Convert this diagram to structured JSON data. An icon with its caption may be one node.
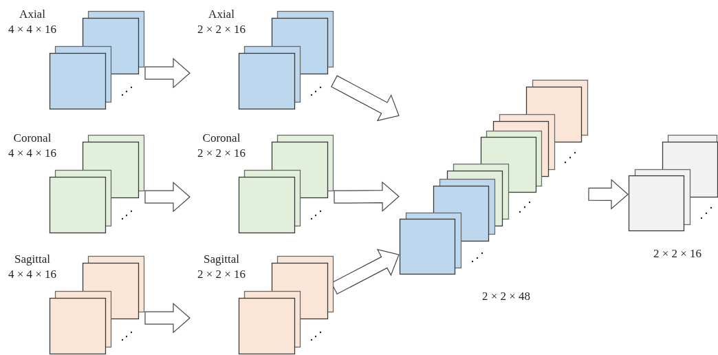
{
  "diagram": {
    "nodes": [
      {
        "text": [
          "Axial",
          "4 × 4 × 16"
        ]
      },
      {
        "text": [
          "Axial",
          "2 × 2 × 16"
        ]
      },
      {
        "text": [
          "Coronal",
          "4 × 4 × 16"
        ]
      },
      {
        "text": [
          "Coronal",
          "2 × 2 × 16"
        ]
      },
      {
        "text": [
          "Sagittal",
          "4 × 4 × 16"
        ]
      },
      {
        "text": [
          "Sagittal",
          "2 × 2 × 16"
        ]
      },
      {
        "text": [
          "2 × 2 × 48"
        ]
      },
      {
        "text": [
          "2 × 2 × 16"
        ]
      }
    ],
    "edges": [
      {
        "from": 0,
        "to": 1,
        "arrow": "to"
      },
      {
        "from": 2,
        "to": 3,
        "arrow": "to"
      },
      {
        "from": 4,
        "to": 5,
        "arrow": "to"
      },
      {
        "from": 1,
        "to": 6,
        "arrow": "to"
      },
      {
        "from": 3,
        "to": 6,
        "arrow": "to"
      },
      {
        "from": 5,
        "to": 6,
        "arrow": "to"
      },
      {
        "from": 6,
        "to": 7,
        "arrow": "to"
      }
    ]
  }
}
